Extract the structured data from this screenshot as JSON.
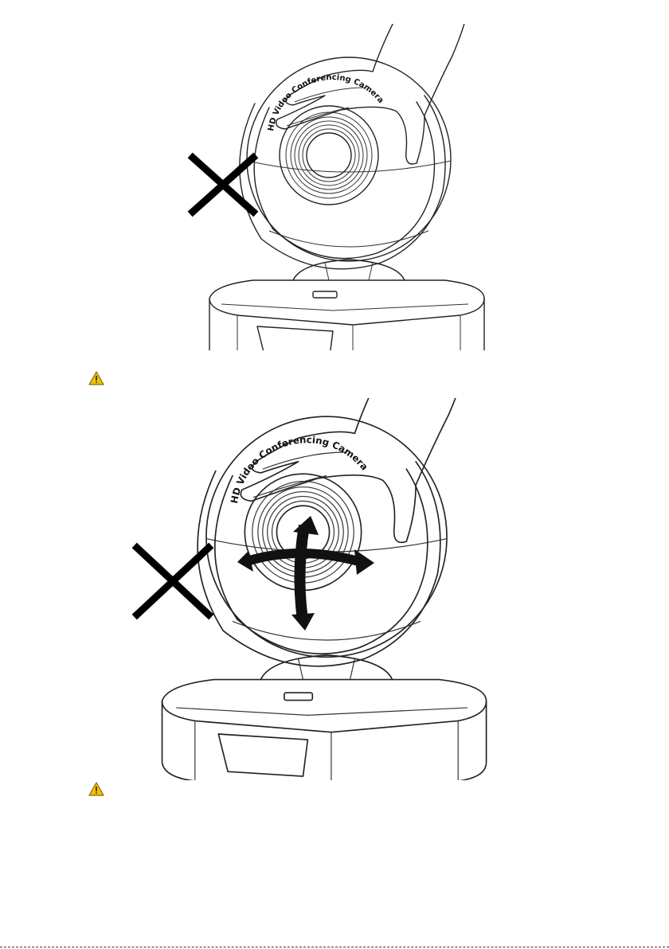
{
  "document": {
    "figures": [
      {
        "subject": "camera-do-not-grab-head",
        "camera_brand_text": "HD Video Conferencing Camera",
        "prohibited_mark": "x-mark-icon",
        "caution_icon": "warning-triangle-icon"
      },
      {
        "subject": "camera-do-not-rotate-head-by-hand",
        "camera_brand_text": "HD Video Conferencing Camera",
        "prohibited_mark": "x-mark-icon",
        "motion_marks": [
          "pan-arrow-icon",
          "tilt-arrow-icon"
        ],
        "caution_icon": "warning-triangle-icon"
      }
    ],
    "colors": {
      "line_art": "#222222",
      "prohibited_mark": "#000000",
      "warning_fill": "#F2C200",
      "warning_outline": "#8A6A00"
    }
  }
}
